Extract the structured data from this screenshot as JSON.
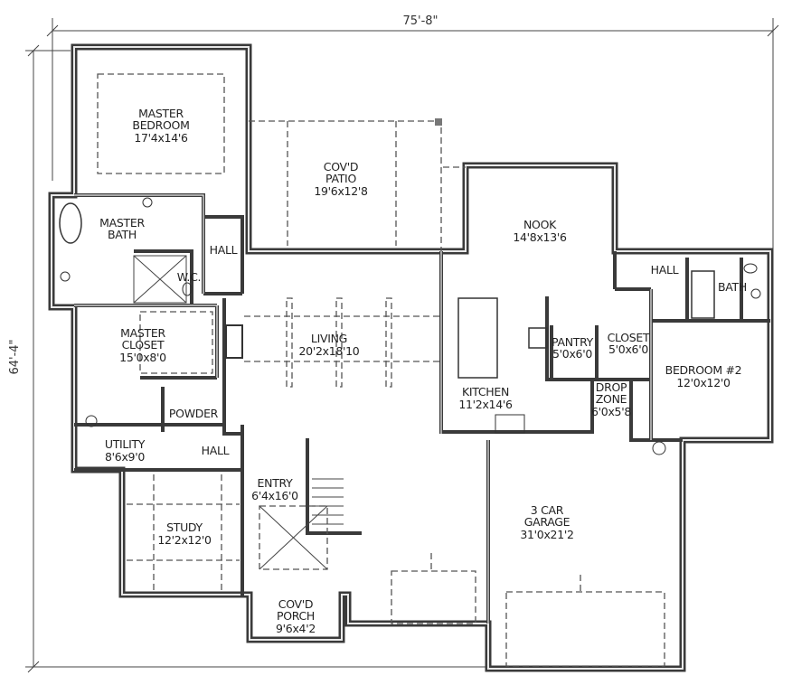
{
  "dimensions": {
    "width": "75'-8\"",
    "depth": "64'-4\""
  },
  "rooms": {
    "master_bedroom": {
      "name1": "MASTER",
      "name2": "BEDROOM",
      "size": "17'4x14'6"
    },
    "patio": {
      "name1": "COV'D",
      "name2": "PATIO",
      "size": "19'6x12'8"
    },
    "nook": {
      "name": "NOOK",
      "size": "14'8x13'6"
    },
    "master_bath": {
      "name1": "MASTER",
      "name2": "BATH"
    },
    "hall_master": {
      "name": "HALL"
    },
    "wc": {
      "name": "W.C."
    },
    "master_closet": {
      "name1": "MASTER",
      "name2": "CLOSET",
      "size": "15'0x8'0"
    },
    "living": {
      "name": "LIVING",
      "size": "20'2x18'10"
    },
    "kitchen": {
      "name": "KITCHEN",
      "size": "11'2x14'6"
    },
    "pantry": {
      "name": "PANTRY",
      "size": "5'0x6'0"
    },
    "closet": {
      "name": "CLOSET",
      "size": "5'0x6'0"
    },
    "hall_bed2": {
      "name": "HALL"
    },
    "bath": {
      "name": "BATH"
    },
    "bedroom2": {
      "name": "BEDROOM #2",
      "size": "12'0x12'0"
    },
    "drop_zone": {
      "name1": "DROP",
      "name2": "ZONE",
      "size": "6'0x5'8"
    },
    "powder": {
      "name": "POWDER"
    },
    "utility": {
      "name": "UTILITY",
      "size": "8'6x9'0"
    },
    "hall_utility": {
      "name": "HALL"
    },
    "entry": {
      "name": "ENTRY",
      "size": "6'4x16'0"
    },
    "study": {
      "name": "STUDY",
      "size": "12'2x12'0"
    },
    "porch": {
      "name1": "COV'D",
      "name2": "PORCH",
      "size": "9'6x4'2"
    },
    "garage": {
      "name1": "3 CAR",
      "name2": "GARAGE",
      "size": "31'0x21'2"
    }
  }
}
